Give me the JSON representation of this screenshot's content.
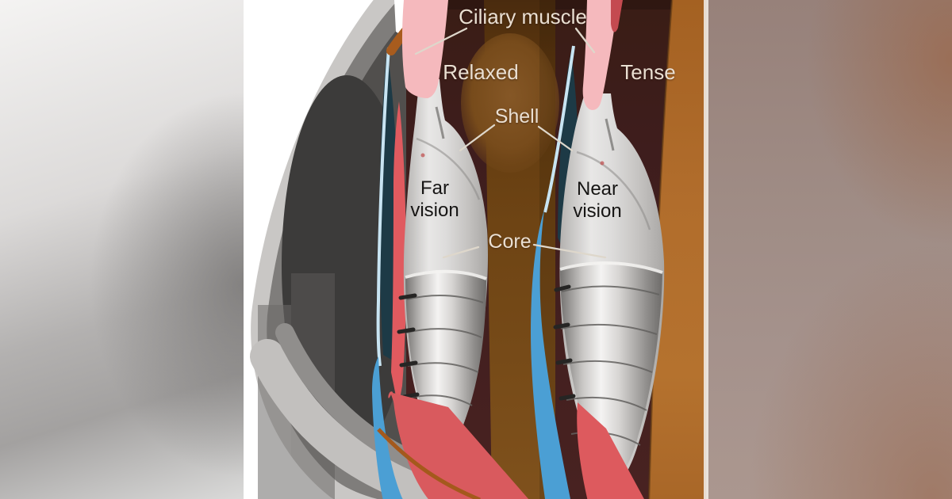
{
  "illustration": {
    "title_hidden": "",
    "labels": {
      "ciliary_muscle": "Ciliary muscle",
      "relaxed": "Relaxed",
      "tense": "Tense",
      "shell": "Shell",
      "far_vision": "Far\nvision",
      "near_vision": "Near\nvision",
      "core": "Core"
    },
    "colors": {
      "ciliary_muscle_pink": "#f5b9bd",
      "ciliary_body_red": "#dd5a5e",
      "zonule_blue": "#4b9fd4",
      "capsule_light_blue": "#c8e4f2",
      "deep_teal": "#1d3a46",
      "vitreous_maroon": "#401e1d",
      "iris_brown": "#6f4517",
      "sclera_orange": "#b5722e",
      "eye_wall_gray": "#514f4d",
      "lens_shell_gray": "#dddcdb",
      "label_text_light": "#eadfd2",
      "label_text_dark": "#161514"
    }
  }
}
